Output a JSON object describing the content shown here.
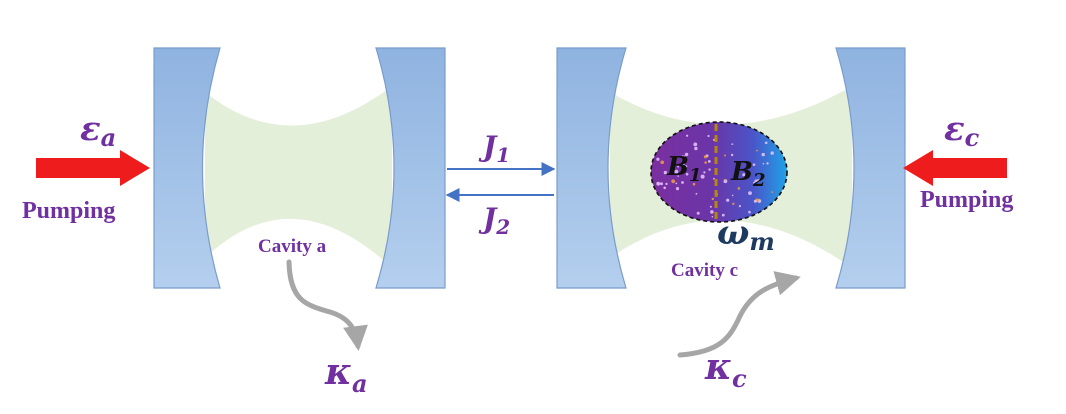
{
  "cavity_a": {
    "label": "Cavity a",
    "pump_symbol": "ε",
    "pump_subscript": "a",
    "pump_label": "Pumping",
    "decay_symbol": "κ",
    "decay_subscript": "a"
  },
  "cavity_c": {
    "label": "Cavity c",
    "pump_symbol": "ε",
    "pump_subscript": "c",
    "pump_label": "Pumping",
    "decay_symbol": "κ",
    "decay_subscript": "c"
  },
  "coupling": {
    "forward_symbol": "J",
    "forward_subscript": "1",
    "backward_symbol": "J",
    "backward_subscript": "2"
  },
  "magnon": {
    "left_symbol": "B",
    "left_subscript": "1",
    "right_symbol": "B",
    "right_subscript": "2",
    "freq_symbol": "ω",
    "freq_subscript": "m"
  },
  "colors": {
    "mirror": "#9dbde6",
    "mirror_stroke": "#7a9ccb",
    "beam": "#e4efd9",
    "pump_arrow": "#ee1c1c",
    "coupling_arrow": "#4472c4",
    "decay_arrow": "#a6a6a6",
    "label_purple": "#7030a0",
    "omega_navy": "#1f3a5f",
    "sphere_purple": "#7b2fa0",
    "sphere_blue": "#1fa3e8",
    "domain_wall": "#b8860b"
  }
}
